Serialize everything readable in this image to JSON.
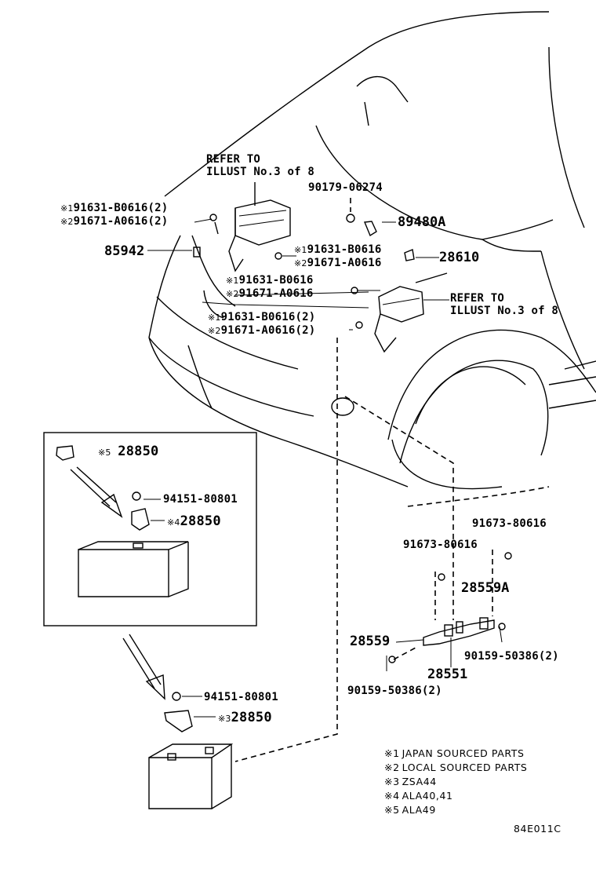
{
  "refer_note": [
    "REFER TO",
    "ILLUST No.3 of 8"
  ],
  "refer_note_right": [
    "REFER TO",
    "ILLUST No.3 of 8"
  ],
  "callouts": {
    "p90179": "90179-06274",
    "p89480A": "89480A",
    "p85942": "85942",
    "p28610": "28610",
    "l1_a": "91631-B0616(2)",
    "l1_b": "91671-A0616(2)",
    "m1_a": "91631-B0616",
    "m1_b": "91671-A0616",
    "c1_a": "91631-B0616",
    "c1_b": "91671-A0616",
    "c2_a": "91631-B0616(2)",
    "c2_b": "91671-A0616(2)",
    "p91673_r": "91673-80616",
    "p91673_l": "91673-80616",
    "p28559A": "28559A",
    "p28559": "28559",
    "p28551": "28551",
    "p90159_r": "90159-50386(2)",
    "p90159_l": "90159-50386(2)",
    "b5_28850": "28850",
    "b_94151": "94151-80801",
    "b4_28850": "28850",
    "bot_94151": "94151-80801",
    "bot3_28850": "28850"
  },
  "marks": {
    "m1": "※1",
    "m2": "※2",
    "m3": "※3",
    "m4": "※4",
    "m5": "※5"
  },
  "legend": [
    {
      "mark": "※1",
      "text": "JAPAN SOURCED PARTS"
    },
    {
      "mark": "※2",
      "text": "LOCAL SOURCED PARTS"
    },
    {
      "mark": "※3",
      "text": "ZSA44"
    },
    {
      "mark": "※4",
      "text": "ALA40,41"
    },
    {
      "mark": "※5",
      "text": "ALA49"
    }
  ],
  "diagram_code": "84E011C"
}
